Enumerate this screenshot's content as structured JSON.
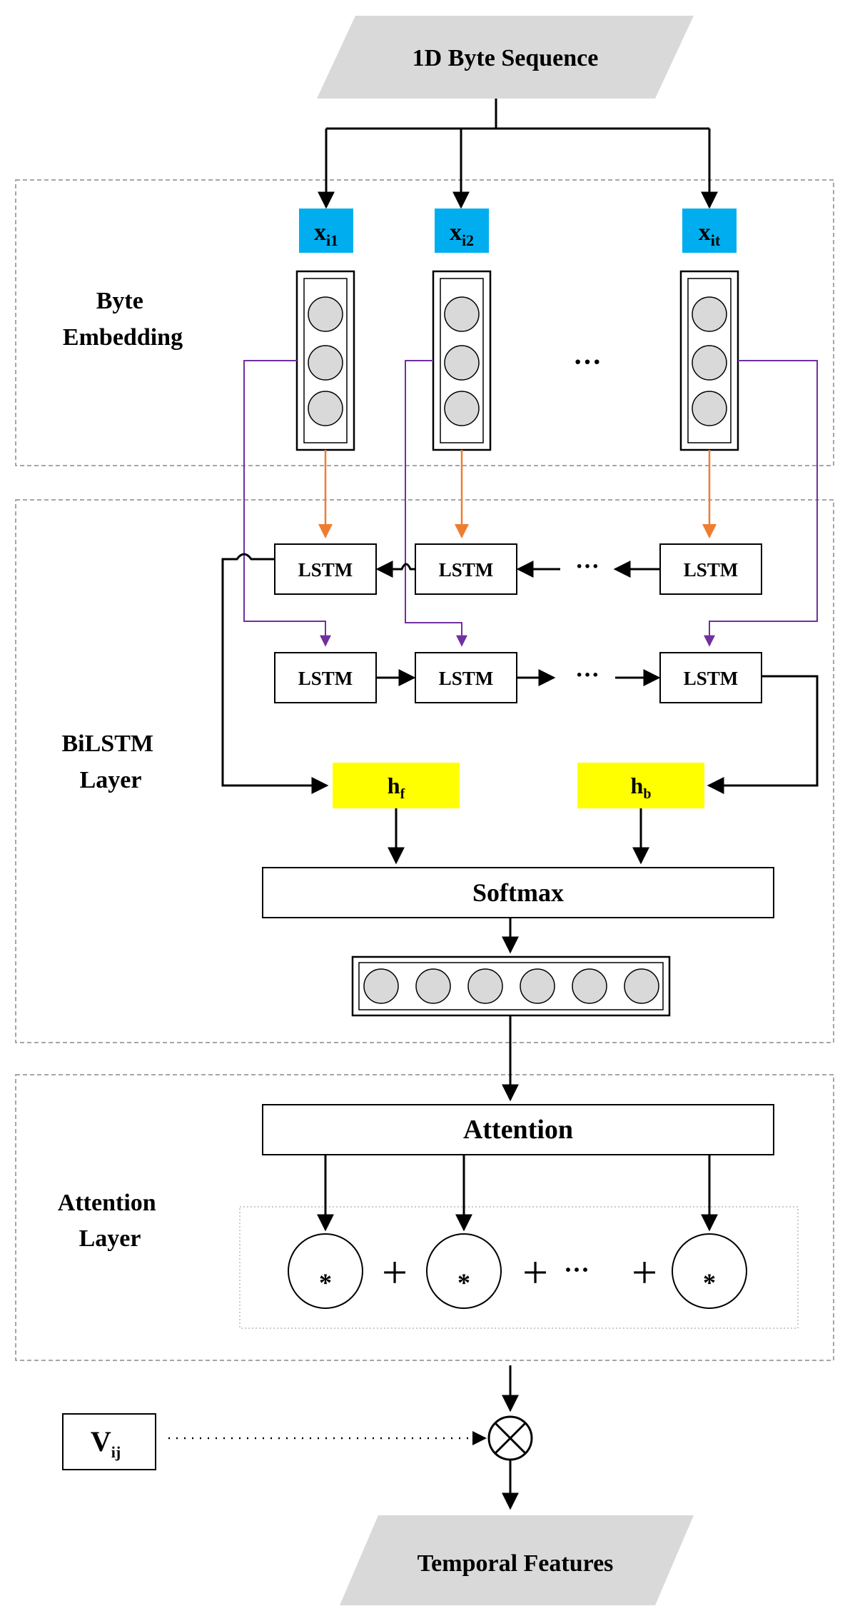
{
  "io": {
    "input_label": "1D Byte Sequence",
    "output_label": "Temporal Features"
  },
  "sections": {
    "embedding": [
      "Byte",
      "Embedding"
    ],
    "bilstm": [
      "BiLSTM",
      "Layer"
    ],
    "attention": [
      "Attention",
      "Layer"
    ]
  },
  "tokens": [
    {
      "base": "x",
      "sub": "i1"
    },
    {
      "base": "x",
      "sub": "i2"
    },
    {
      "base": "x",
      "sub": "it"
    }
  ],
  "lstm_label": "LSTM",
  "ellipsis": "···",
  "hidden": {
    "forward": {
      "base": "h",
      "sub": "f"
    },
    "backward": {
      "base": "h",
      "sub": "b"
    }
  },
  "softmax_label": "Softmax",
  "attention_label": "Attention",
  "weighted_sum": {
    "multiply": "*",
    "plus": "+"
  },
  "vector": {
    "base": "V",
    "sub": "ij"
  },
  "otimes": "⊗",
  "colors": {
    "token_fill": "#00aeef",
    "hidden_fill": "#ffff00",
    "parallelogram_fill": "#d9d9d9",
    "forward_arrow": "#ed7d31",
    "backward_arrow": "#7030a0",
    "node_fill": "#d9d9d9"
  }
}
